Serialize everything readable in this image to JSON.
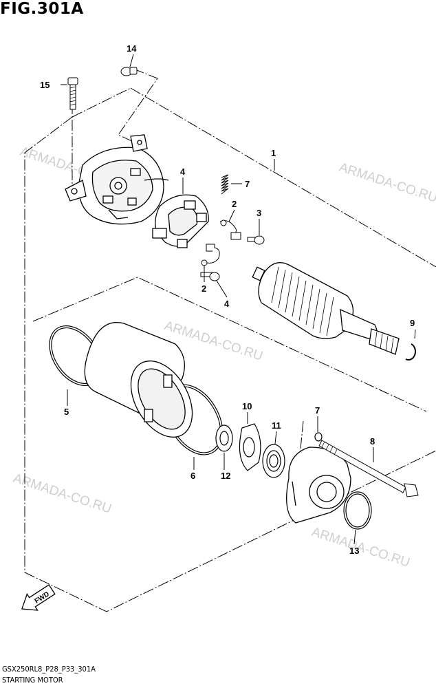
{
  "figure": {
    "title": "FIG.301A"
  },
  "watermark": {
    "text": "ARMADA-CO.RU"
  },
  "footer": {
    "code": "GSX250RL8_P28_P33_301A",
    "name": "STARTING MOTOR"
  },
  "direction": {
    "label": "FWD"
  },
  "parts": [
    {
      "id": "part-1",
      "label": "1"
    },
    {
      "id": "part-2a",
      "label": "2"
    },
    {
      "id": "part-2b",
      "label": "2"
    },
    {
      "id": "part-3",
      "label": "3"
    },
    {
      "id": "part-4a",
      "label": "4"
    },
    {
      "id": "part-4b",
      "label": "4"
    },
    {
      "id": "part-5",
      "label": "5"
    },
    {
      "id": "part-6",
      "label": "6"
    },
    {
      "id": "part-7a",
      "label": "7"
    },
    {
      "id": "part-7b",
      "label": "7"
    },
    {
      "id": "part-8",
      "label": "8"
    },
    {
      "id": "part-9",
      "label": "9"
    },
    {
      "id": "part-10",
      "label": "10"
    },
    {
      "id": "part-11",
      "label": "11"
    },
    {
      "id": "part-12",
      "label": "12"
    },
    {
      "id": "part-13",
      "label": "13"
    },
    {
      "id": "part-14",
      "label": "14"
    },
    {
      "id": "part-15",
      "label": "15"
    }
  ]
}
